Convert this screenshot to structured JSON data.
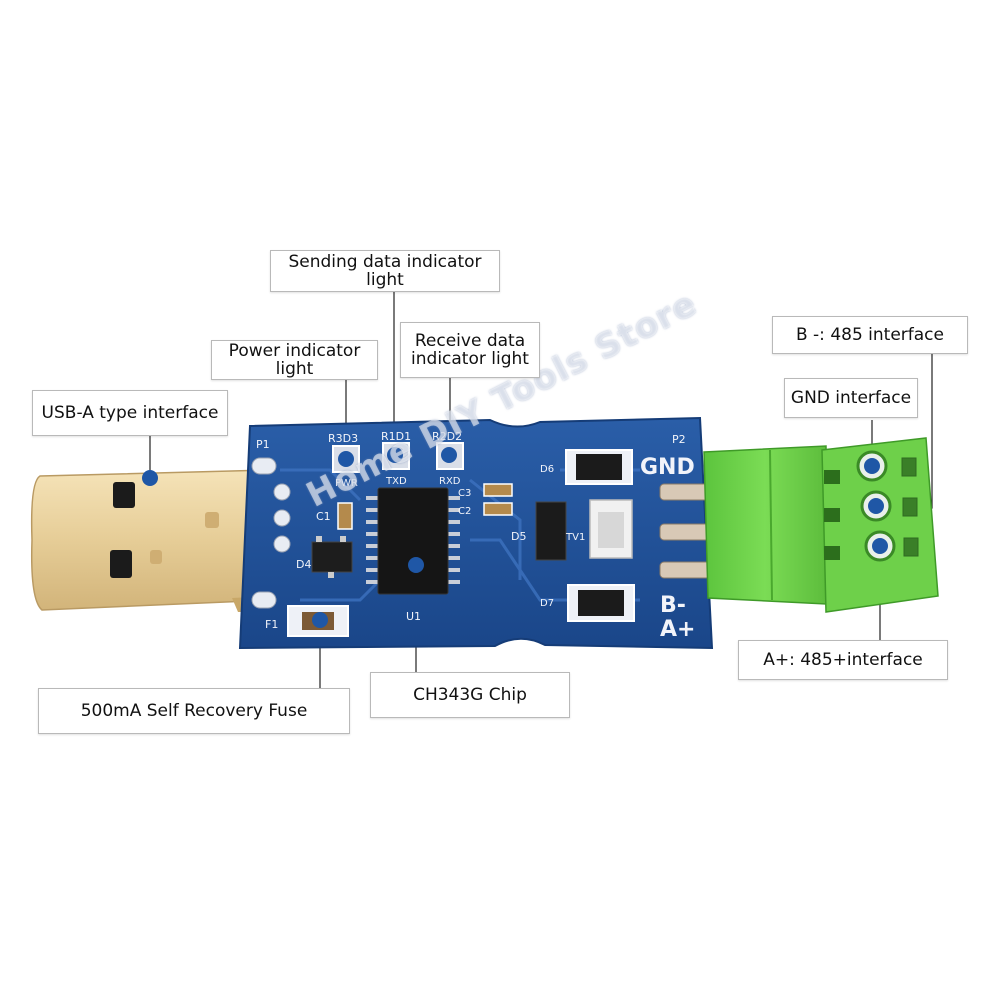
{
  "callouts": {
    "usb": "USB-A type interface",
    "power": "Power indicator light",
    "sending": "Sending data indicator light",
    "receive": "Receive data indicator light",
    "b_minus": "B -: 485 interface",
    "gnd": "GND interface",
    "a_plus": "A+: 485+interface",
    "fuse": "500mA Self Recovery Fuse",
    "chip": "CH343G Chip"
  },
  "pcb_labels": {
    "p1": "P1",
    "p2": "P2",
    "r3d3": "R3D3",
    "r1d1": "R1D1",
    "r2d2": "R2D2",
    "pwr": "PWR",
    "txd": "TXD",
    "rxd": "RXD",
    "c1": "C1",
    "c2": "C2",
    "c3": "C3",
    "d4": "D4",
    "d5": "D5",
    "d6": "D6",
    "d7": "D7",
    "f1": "F1",
    "u1": "U1",
    "tv1": "TV1",
    "gnd": "GND",
    "b_minus": "B-",
    "a_plus": "A+"
  },
  "watermark": "Home DIY Tools Store",
  "colors": {
    "pcb": "#1e4f96",
    "terminal": "#6fd24a",
    "usb_metal": "#e8cf9a",
    "marker": "#1f57a6"
  }
}
